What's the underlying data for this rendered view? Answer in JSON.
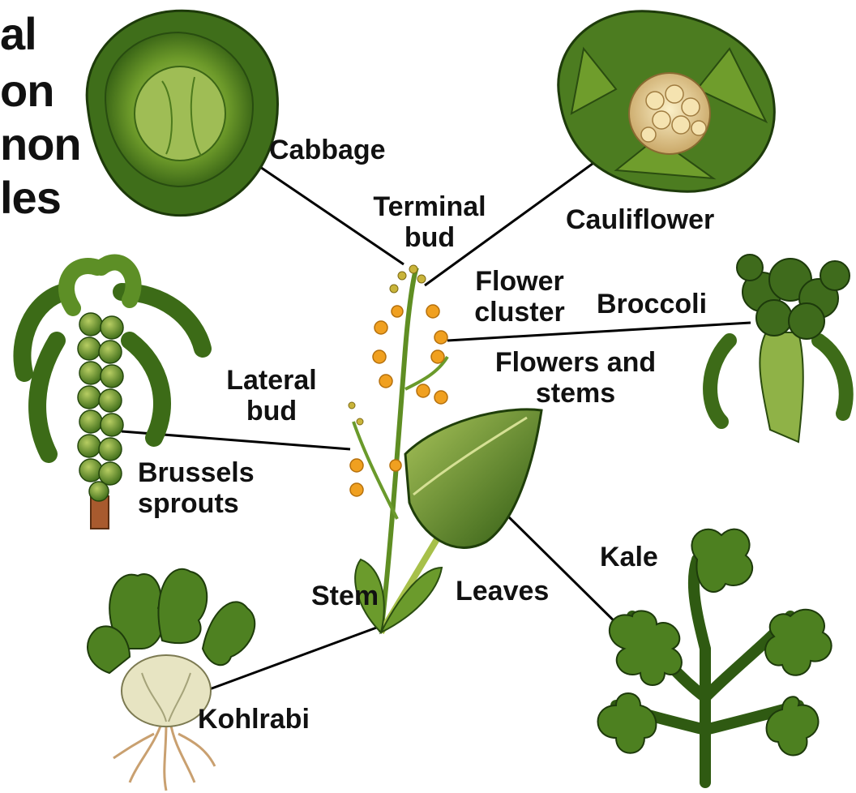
{
  "title_fragments": [
    "al",
    "on",
    "non",
    "les"
  ],
  "labels": {
    "cabbage": "Cabbage",
    "cauliflower": "Cauliflower",
    "terminal_bud_1": "Terminal",
    "terminal_bud_2": "bud",
    "flower_cluster_1": "Flower",
    "flower_cluster_2": "cluster",
    "broccoli": "Broccoli",
    "flowers_stems_1": "Flowers and",
    "flowers_stems_2": "stems",
    "lateral_bud_1": "Lateral",
    "lateral_bud_2": "bud",
    "brussels_1": "Brussels",
    "brussels_2": "sprouts",
    "kale": "Kale",
    "stem": "Stem",
    "leaves": "Leaves",
    "kohlrabi": "Kohlrabi"
  },
  "colors": {
    "leaf_dark": "#2f5a12",
    "leaf_mid": "#5e8f25",
    "leaf_light": "#a9c45a",
    "flower": "#f0a020",
    "cauliflower_curd": "#e9d6a0",
    "root": "#c9a070",
    "line": "#000000"
  }
}
